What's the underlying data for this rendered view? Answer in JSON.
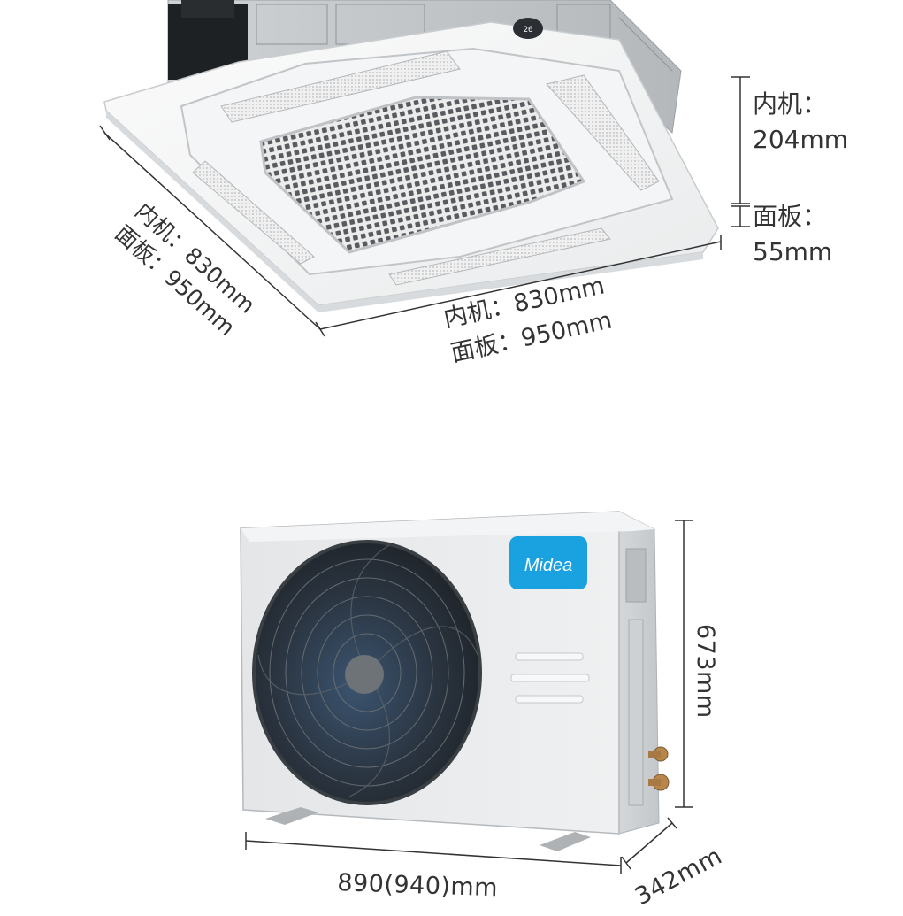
{
  "indoor_unit": {
    "height_label": {
      "unit_line1": "内机：",
      "unit_line2": "204mm",
      "panel_line1": "面板：",
      "panel_line2": "55mm"
    },
    "depth_label": {
      "line1": "内机：830mm",
      "line2": "面板：950mm"
    },
    "width_label": {
      "line1": "内机：830mm",
      "line2": "面板：950mm"
    }
  },
  "outdoor_unit": {
    "brand_logo": "Midea",
    "height_label": "673mm",
    "width_label": "890(940)mm",
    "depth_label": "342mm",
    "colors": {
      "logo_blue": "#1aa2e0",
      "casing": "#e6e8ea",
      "fan_dark": "#2e3338"
    }
  }
}
